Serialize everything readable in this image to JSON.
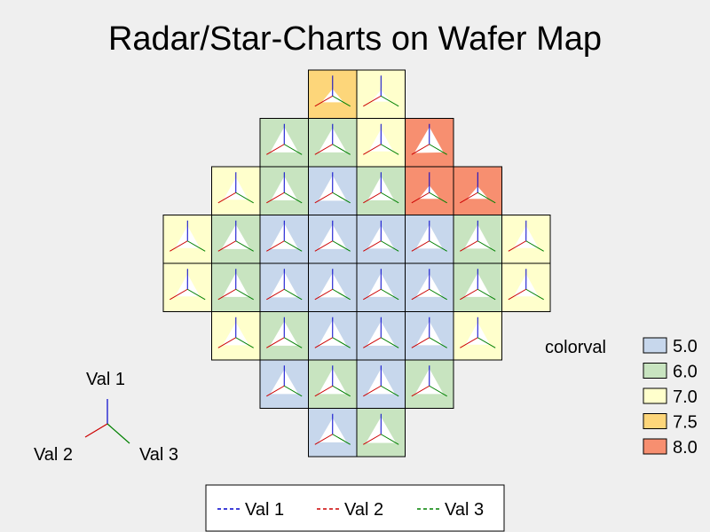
{
  "chart_data": {
    "type": "radar-wafer-map",
    "title": "Radar/Star-Charts on Wafer Map",
    "axis_names": [
      "Val 1",
      "Val 2",
      "Val 3"
    ],
    "axis_colors": [
      "#0000cc",
      "#cc0000",
      "#008000"
    ],
    "colorscale": {
      "label": "colorval",
      "levels": [
        {
          "label": "5.0",
          "color": "#c7d7ec"
        },
        {
          "label": "6.0",
          "color": "#c8e4c0"
        },
        {
          "label": "7.0",
          "color": "#ffffcc"
        },
        {
          "label": "7.5",
          "color": "#fdd67a"
        },
        {
          "label": "8.0",
          "color": "#f78f70"
        }
      ]
    },
    "legend": [
      {
        "label": "Val 1",
        "color": "#0000cc"
      },
      {
        "label": "Val 2",
        "color": "#cc0000"
      },
      {
        "label": "Val 3",
        "color": "#008000"
      }
    ],
    "cells": [
      {
        "row": 0,
        "col": 3,
        "colorval": 7.5,
        "values": [
          0.35,
          0.62,
          0.62
        ]
      },
      {
        "row": 0,
        "col": 4,
        "colorval": 7.0,
        "values": [
          0.3,
          0.55,
          0.55
        ]
      },
      {
        "row": 1,
        "col": 2,
        "colorval": 6.0,
        "values": [
          0.85,
          0.8,
          0.8
        ]
      },
      {
        "row": 1,
        "col": 3,
        "colorval": 6.0,
        "values": [
          0.8,
          0.8,
          0.8
        ]
      },
      {
        "row": 1,
        "col": 4,
        "colorval": 7.0,
        "values": [
          0.75,
          0.7,
          0.7
        ]
      },
      {
        "row": 1,
        "col": 5,
        "colorval": 8.0,
        "values": [
          0.85,
          0.85,
          0.8
        ]
      },
      {
        "row": 2,
        "col": 1,
        "colorval": 7.0,
        "values": [
          0.75,
          0.7,
          0.7
        ]
      },
      {
        "row": 2,
        "col": 2,
        "colorval": 6.0,
        "values": [
          0.8,
          0.75,
          0.75
        ]
      },
      {
        "row": 2,
        "col": 3,
        "colorval": 5.0,
        "values": [
          0.85,
          0.8,
          0.8
        ]
      },
      {
        "row": 2,
        "col": 4,
        "colorval": 6.0,
        "values": [
          0.8,
          0.75,
          0.75
        ]
      },
      {
        "row": 2,
        "col": 5,
        "colorval": 8.0,
        "values": [
          0.35,
          0.6,
          0.6
        ]
      },
      {
        "row": 2,
        "col": 6,
        "colorval": 8.0,
        "values": [
          0.3,
          0.6,
          0.6
        ]
      },
      {
        "row": 3,
        "col": 0,
        "colorval": 7.0,
        "values": [
          0.75,
          0.7,
          0.7
        ]
      },
      {
        "row": 3,
        "col": 1,
        "colorval": 6.0,
        "values": [
          0.8,
          0.8,
          0.8
        ]
      },
      {
        "row": 3,
        "col": 2,
        "colorval": 5.0,
        "values": [
          0.85,
          0.8,
          0.8
        ]
      },
      {
        "row": 3,
        "col": 3,
        "colorval": 5.0,
        "values": [
          0.8,
          0.8,
          0.8
        ]
      },
      {
        "row": 3,
        "col": 4,
        "colorval": 5.0,
        "values": [
          0.75,
          0.75,
          0.75
        ]
      },
      {
        "row": 3,
        "col": 5,
        "colorval": 5.0,
        "values": [
          0.8,
          0.75,
          0.75
        ]
      },
      {
        "row": 3,
        "col": 6,
        "colorval": 6.0,
        "values": [
          0.8,
          0.75,
          0.75
        ]
      },
      {
        "row": 3,
        "col": 7,
        "colorval": 7.0,
        "values": [
          0.75,
          0.7,
          0.7
        ]
      },
      {
        "row": 4,
        "col": 0,
        "colorval": 7.0,
        "values": [
          0.75,
          0.7,
          0.7
        ]
      },
      {
        "row": 4,
        "col": 1,
        "colorval": 6.0,
        "values": [
          0.8,
          0.75,
          0.75
        ]
      },
      {
        "row": 4,
        "col": 2,
        "colorval": 5.0,
        "values": [
          0.85,
          0.8,
          0.8
        ]
      },
      {
        "row": 4,
        "col": 3,
        "colorval": 5.0,
        "values": [
          0.8,
          0.8,
          0.8
        ]
      },
      {
        "row": 4,
        "col": 4,
        "colorval": 5.0,
        "values": [
          0.8,
          0.75,
          0.75
        ]
      },
      {
        "row": 4,
        "col": 5,
        "colorval": 5.0,
        "values": [
          0.75,
          0.75,
          0.75
        ]
      },
      {
        "row": 4,
        "col": 6,
        "colorval": 6.0,
        "values": [
          0.8,
          0.75,
          0.75
        ]
      },
      {
        "row": 4,
        "col": 7,
        "colorval": 7.0,
        "values": [
          0.75,
          0.7,
          0.7
        ]
      },
      {
        "row": 5,
        "col": 1,
        "colorval": 7.0,
        "values": [
          0.75,
          0.75,
          0.75
        ]
      },
      {
        "row": 5,
        "col": 2,
        "colorval": 6.0,
        "values": [
          0.8,
          0.8,
          0.8
        ]
      },
      {
        "row": 5,
        "col": 3,
        "colorval": 5.0,
        "values": [
          0.85,
          0.8,
          0.8
        ]
      },
      {
        "row": 5,
        "col": 4,
        "colorval": 5.0,
        "values": [
          0.8,
          0.8,
          0.8
        ]
      },
      {
        "row": 5,
        "col": 5,
        "colorval": 5.0,
        "values": [
          0.8,
          0.75,
          0.75
        ]
      },
      {
        "row": 5,
        "col": 6,
        "colorval": 7.0,
        "values": [
          0.75,
          0.7,
          0.7
        ]
      },
      {
        "row": 6,
        "col": 2,
        "colorval": 5.0,
        "values": [
          0.8,
          0.8,
          0.8
        ]
      },
      {
        "row": 6,
        "col": 3,
        "colorval": 6.0,
        "values": [
          0.85,
          0.8,
          0.8
        ]
      },
      {
        "row": 6,
        "col": 4,
        "colorval": 5.0,
        "values": [
          0.85,
          0.8,
          0.8
        ]
      },
      {
        "row": 6,
        "col": 5,
        "colorval": 6.0,
        "values": [
          0.85,
          0.8,
          0.8
        ]
      },
      {
        "row": 7,
        "col": 3,
        "colorval": 5.0,
        "values": [
          0.8,
          0.8,
          0.8
        ]
      },
      {
        "row": 7,
        "col": 4,
        "colorval": 6.0,
        "values": [
          0.85,
          0.85,
          0.85
        ]
      }
    ]
  }
}
